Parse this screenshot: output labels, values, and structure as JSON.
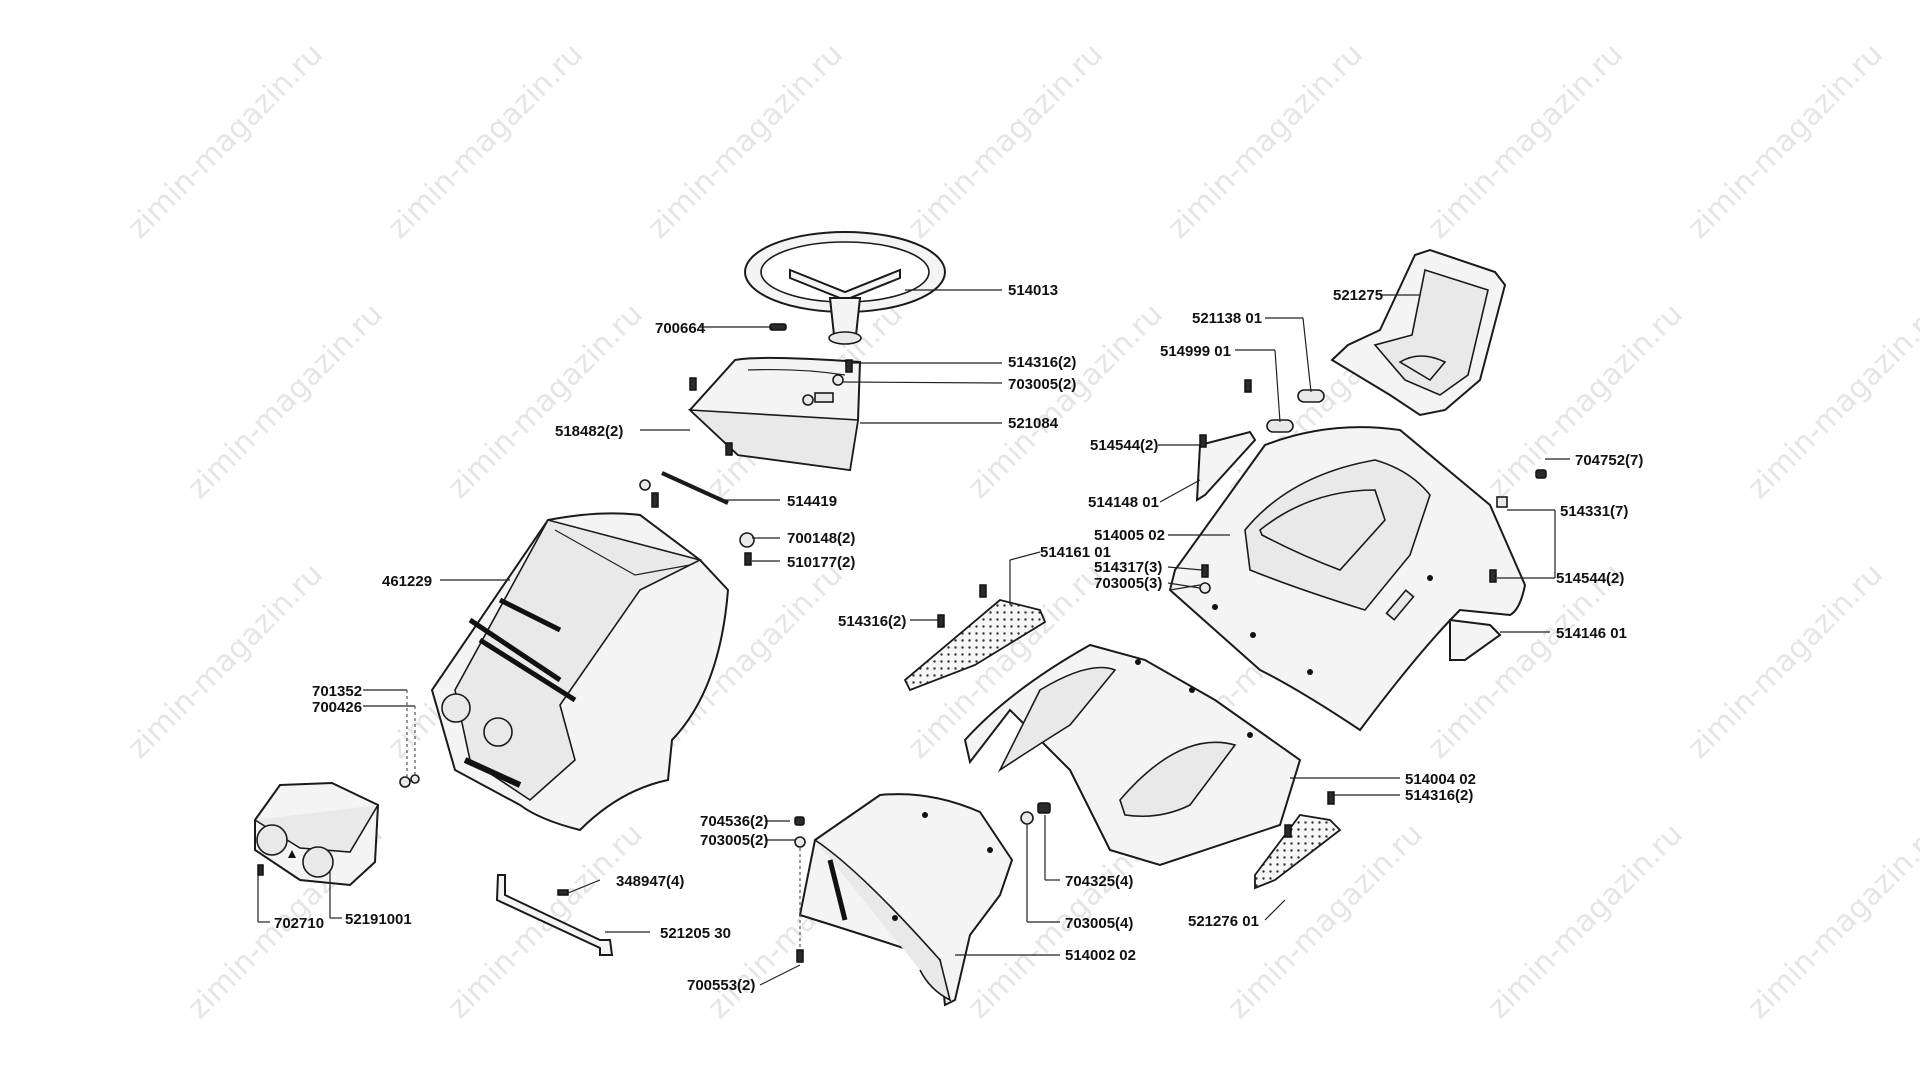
{
  "watermark": {
    "text": "zimin-magazin.ru",
    "color": "#d0d0d0"
  },
  "callouts": [
    {
      "id": "514013",
      "text": "514013"
    },
    {
      "id": "700664",
      "text": "700664"
    },
    {
      "id": "514316-2-top",
      "text": "514316(2)"
    },
    {
      "id": "703005-2-top",
      "text": "703005(2)"
    },
    {
      "id": "518482-2",
      "text": "518482(2)"
    },
    {
      "id": "521084",
      "text": "521084"
    },
    {
      "id": "514419",
      "text": "514419"
    },
    {
      "id": "700148-2",
      "text": "700148(2)"
    },
    {
      "id": "510177-2",
      "text": "510177(2)"
    },
    {
      "id": "461229",
      "text": "461229"
    },
    {
      "id": "701352",
      "text": "701352"
    },
    {
      "id": "700426",
      "text": "700426"
    },
    {
      "id": "702710",
      "text": "702710"
    },
    {
      "id": "52191001",
      "text": "52191001"
    },
    {
      "id": "348947-4",
      "text": "348947(4)"
    },
    {
      "id": "521205-30",
      "text": "521205 30"
    },
    {
      "id": "704536-2",
      "text": "704536(2)"
    },
    {
      "id": "703005-2-mid",
      "text": "703005(2)"
    },
    {
      "id": "700553-2",
      "text": "700553(2)"
    },
    {
      "id": "704325-4",
      "text": "704325(4)"
    },
    {
      "id": "703005-4",
      "text": "703005(4)"
    },
    {
      "id": "514002-02",
      "text": "514002 02"
    },
    {
      "id": "514316-2-left",
      "text": "514316(2)"
    },
    {
      "id": "514161-01",
      "text": "514161 01"
    },
    {
      "id": "521138-01",
      "text": "521138 01"
    },
    {
      "id": "521275",
      "text": "521275"
    },
    {
      "id": "514999-01",
      "text": "514999 01"
    },
    {
      "id": "514544-2-left",
      "text": "514544(2)"
    },
    {
      "id": "704752-7",
      "text": "704752(7)"
    },
    {
      "id": "514148-01",
      "text": "514148 01"
    },
    {
      "id": "514331-7",
      "text": "514331(7)"
    },
    {
      "id": "514005-02",
      "text": "514005 02"
    },
    {
      "id": "514317-3",
      "text": "514317(3)"
    },
    {
      "id": "703005-3",
      "text": "703005(3)"
    },
    {
      "id": "514544-2-right",
      "text": "514544(2)"
    },
    {
      "id": "514146-01",
      "text": "514146 01"
    },
    {
      "id": "514004-02",
      "text": "514004 02"
    },
    {
      "id": "514316-2-right",
      "text": "514316(2)"
    },
    {
      "id": "521276-01",
      "text": "521276 01"
    }
  ]
}
